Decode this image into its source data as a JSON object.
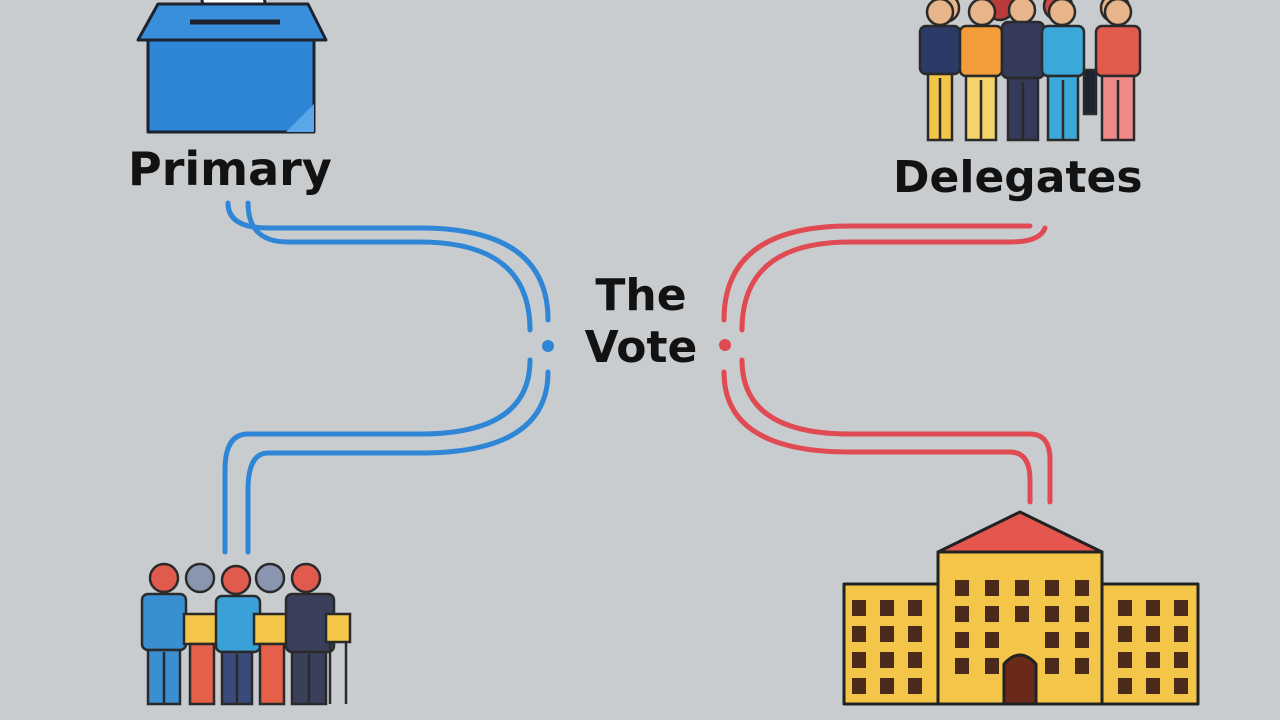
{
  "labels": {
    "primary": "Primary",
    "delegates": "Delegates",
    "center_line1": "The",
    "center_line2": "Vote"
  },
  "colors": {
    "background": "#c9cccf",
    "blue_path": "#2f86d6",
    "red_path": "#e04a52",
    "ballot_box": "#2f86d6",
    "building": "#f3c548",
    "roof": "#e5564e",
    "outline": "#222222"
  },
  "icons": {
    "top_left": "ballot-box-icon",
    "top_right": "crowd-icon",
    "bottom_left": "voters-icon",
    "bottom_right": "capitol-building-icon"
  }
}
